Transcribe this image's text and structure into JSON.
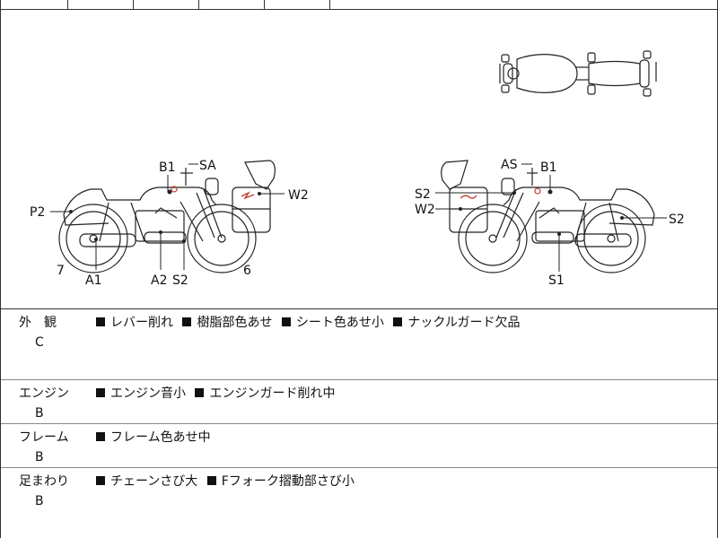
{
  "diagram": {
    "left_labels": [
      "B1",
      "SA",
      "W2",
      "P2",
      "7",
      "A1",
      "A2",
      "S2",
      "6"
    ],
    "right_labels": [
      "AS",
      "B1",
      "S2",
      "W2",
      "S2",
      "S1"
    ]
  },
  "sections": [
    {
      "category": "外　観",
      "grade": "C",
      "notes": [
        "レバー削れ",
        "樹脂部色あせ",
        "シート色あせ小",
        "ナックルガード欠品"
      ]
    },
    {
      "category": "エンジン",
      "grade": "B",
      "notes": [
        "エンジン音小",
        "エンジンガード削れ中"
      ]
    },
    {
      "category": "フレーム",
      "grade": "B",
      "notes": [
        "フレーム色あせ中"
      ]
    },
    {
      "category": "足まわり",
      "grade": "B",
      "notes": [
        "チェーンさび大",
        "Fフォーク摺動部さび小"
      ]
    }
  ]
}
